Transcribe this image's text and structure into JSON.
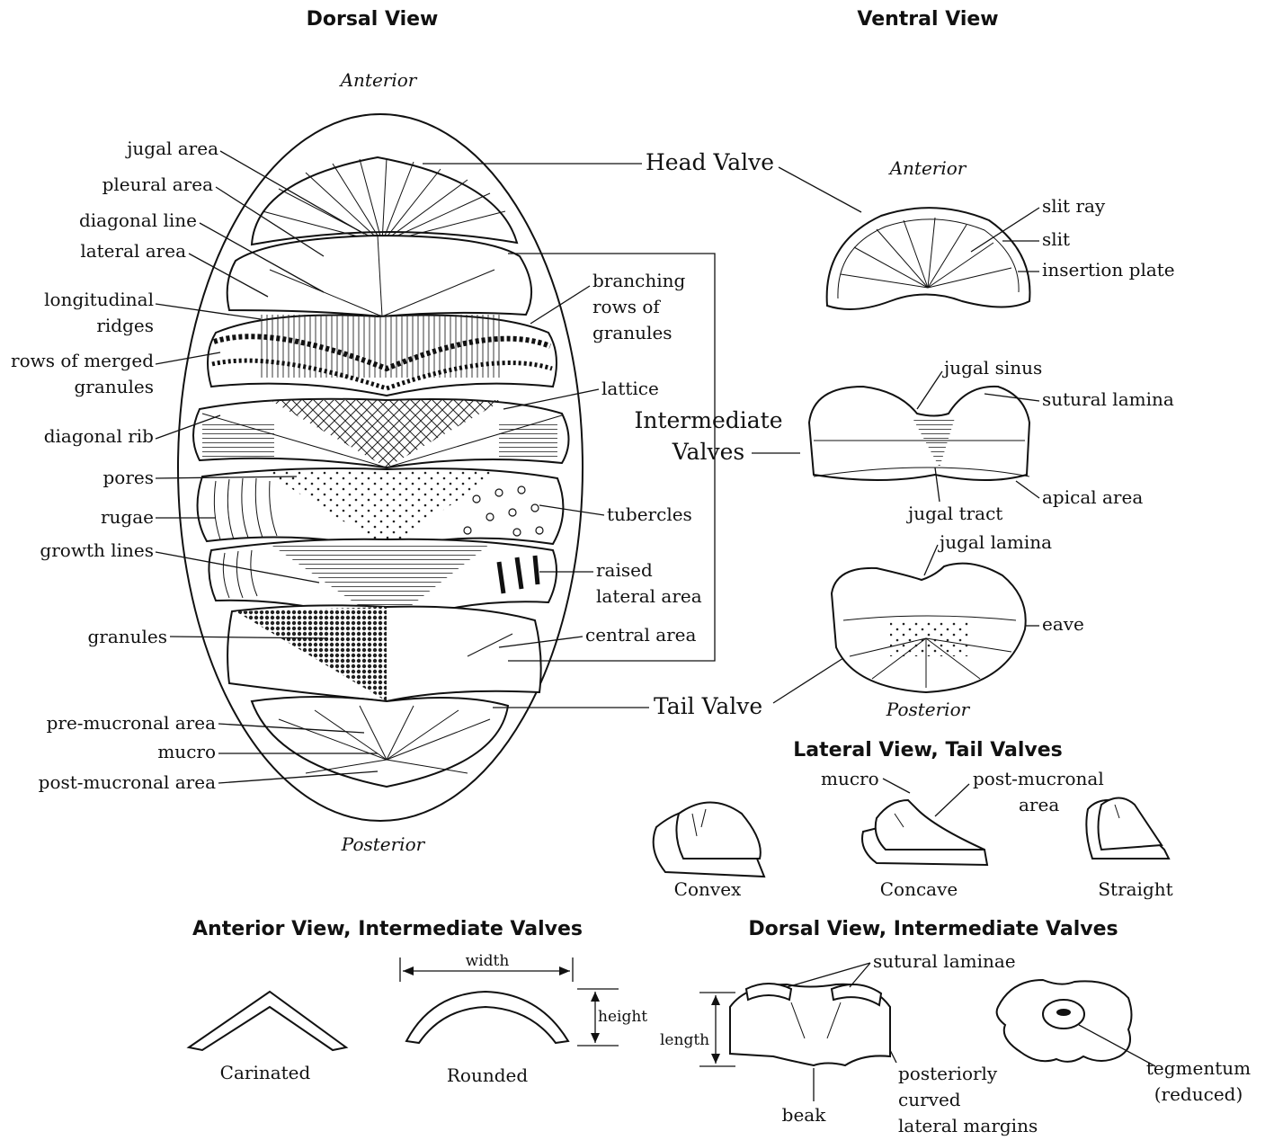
{
  "titles": {
    "dorsal_view": "Dorsal View",
    "ventral_view": "Ventral View",
    "lateral_view": "Lateral View, Tail Valves",
    "anterior_view": "Anterior View, Intermediate Valves",
    "dorsal_view_intermediate": "Dorsal View, Intermediate Valves"
  },
  "orientation": {
    "dorsal_anterior": "Anterior",
    "dorsal_posterior": "Posterior",
    "ventral_anterior": "Anterior",
    "ventral_posterior": "Posterior"
  },
  "dorsal_labels_left": [
    "jugal area",
    "pleural area",
    "diagonal line",
    "lateral area",
    "longitudinal",
    "ridges",
    "rows of merged",
    "granules",
    "diagonal rib",
    "pores",
    "rugae",
    "growth lines",
    "granules",
    "pre-mucronal area",
    "mucro",
    "post-mucronal area"
  ],
  "dorsal_labels_right": [
    "branching",
    "rows of",
    "granules",
    "lattice",
    "tubercles",
    "raised",
    "lateral area",
    "central area"
  ],
  "valve_labels": {
    "head_valve": "Head Valve",
    "intermediate_line1": "Intermediate",
    "intermediate_line2": "Valves",
    "tail_valve": "Tail Valve"
  },
  "ventral_labels": {
    "slit_ray": "slit ray",
    "slit": "slit",
    "insertion_plate": "insertion plate",
    "jugal_sinus": "jugal sinus",
    "sutural_lamina": "sutural lamina",
    "apical_area": "apical area",
    "jugal_tract": "jugal tract",
    "jugal_lamina": "jugal lamina",
    "eave": "eave"
  },
  "lateral_labels": {
    "mucro": "mucro",
    "post_mucronal_1": "post-mucronal",
    "post_mucronal_2": "area",
    "convex": "Convex",
    "concave": "Concave",
    "straight": "Straight"
  },
  "anterior_labels": {
    "width": "width",
    "height": "height",
    "carinated": "Carinated",
    "rounded": "Rounded"
  },
  "dorsal_int_labels": {
    "sutural_laminae": "sutural laminae",
    "length": "length",
    "beak": "beak",
    "post_curved_1": "posteriorly",
    "post_curved_2": "curved",
    "post_curved_3": "lateral margins",
    "tegmentum_1": "tegmentum",
    "tegmentum_2": "(reduced)"
  }
}
